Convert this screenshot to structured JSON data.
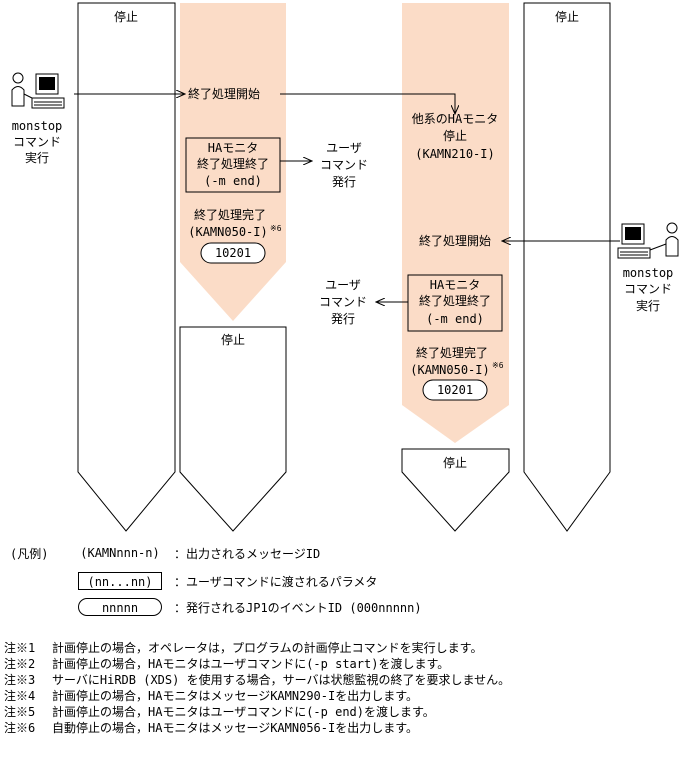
{
  "columns": {
    "c1_top": "停止",
    "c2_bottom": "停止",
    "c3_bottom": "停止",
    "c4_top": "停止"
  },
  "left_operator": {
    "line1": "monstop",
    "line2": "コマンド",
    "line3": "実行"
  },
  "right_operator": {
    "line1": "monstop",
    "line2": "コマンド",
    "line3": "実行"
  },
  "active1": {
    "start": "終了処理開始",
    "box_line1": "HAモニタ",
    "box_line2": "終了処理終了",
    "box_line3": "(-m end)",
    "complete_line1": "終了処理完了",
    "complete_line2": "(KAMN050-I)",
    "complete_sup": "※6",
    "event_id": "10201"
  },
  "user_cmd1": {
    "line1": "ユーザ",
    "line2": "コマンド",
    "line3": "発行"
  },
  "active2": {
    "other_line1": "他系のHAモニタ",
    "other_line2": "停止",
    "other_line3": "(KAMN210-I)",
    "start": "終了処理開始",
    "box_line1": "HAモニタ",
    "box_line2": "終了処理終了",
    "box_line3": "(-m end)",
    "complete_line1": "終了処理完了",
    "complete_line2": "(KAMN050-I)",
    "complete_sup": "※6",
    "event_id": "10201"
  },
  "user_cmd2": {
    "line1": "ユーザ",
    "line2": "コマンド",
    "line3": "発行"
  },
  "legend": {
    "caption": "(凡例)",
    "items": [
      {
        "sample": "(KAMNnnn-n)",
        "desc": "：出力されるメッセージID"
      },
      {
        "sample": "(nn...nn)",
        "desc": "：ユーザコマンドに渡されるパラメタ"
      },
      {
        "sample": "nnnnn",
        "desc": "：発行されるJP1のイベントID (000nnnnn)"
      }
    ]
  },
  "notes": [
    {
      "label": "注※1",
      "text": "計画停止の場合，オペレータは，プログラムの計画停止コマンドを実行します。"
    },
    {
      "label": "注※2",
      "text": "計画停止の場合，HAモニタはユーザコマンドに(-p start)を渡します。"
    },
    {
      "label": "注※3",
      "text": "サーバにHiRDB (XDS) を使用する場合，サーバは状態監視の終了を要求しません。"
    },
    {
      "label": "注※4",
      "text": "計画停止の場合，HAモニタはメッセージKAMN290-Iを出力します。"
    },
    {
      "label": "注※5",
      "text": "計画停止の場合，HAモニタはユーザコマンドに(-p end)を渡します。"
    },
    {
      "label": "注※6",
      "text": "自動停止の場合，HAモニタはメッセージKAMN056-Iを出力します。"
    }
  ],
  "colors": {
    "active_fill": "#fbdcc7",
    "stroke": "#000000",
    "background": "#ffffff"
  },
  "icons": {
    "operator": "person-at-computer-icon"
  }
}
